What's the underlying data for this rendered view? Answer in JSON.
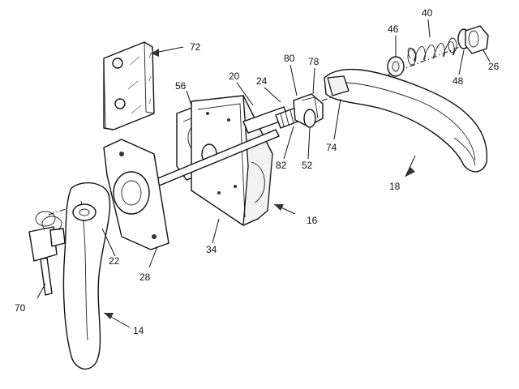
{
  "figure": {
    "labels": {
      "l72": "72",
      "l40": "40",
      "l46": "46",
      "l26": "26",
      "l48": "48",
      "l80": "80",
      "l78": "78",
      "l20": "20",
      "l24": "24",
      "l56": "56",
      "l74": "74",
      "l82": "82",
      "l52": "52",
      "l18": "18",
      "l16": "16",
      "l34": "34",
      "l22": "22",
      "l28": "28",
      "l70": "70",
      "l14": "14"
    }
  }
}
